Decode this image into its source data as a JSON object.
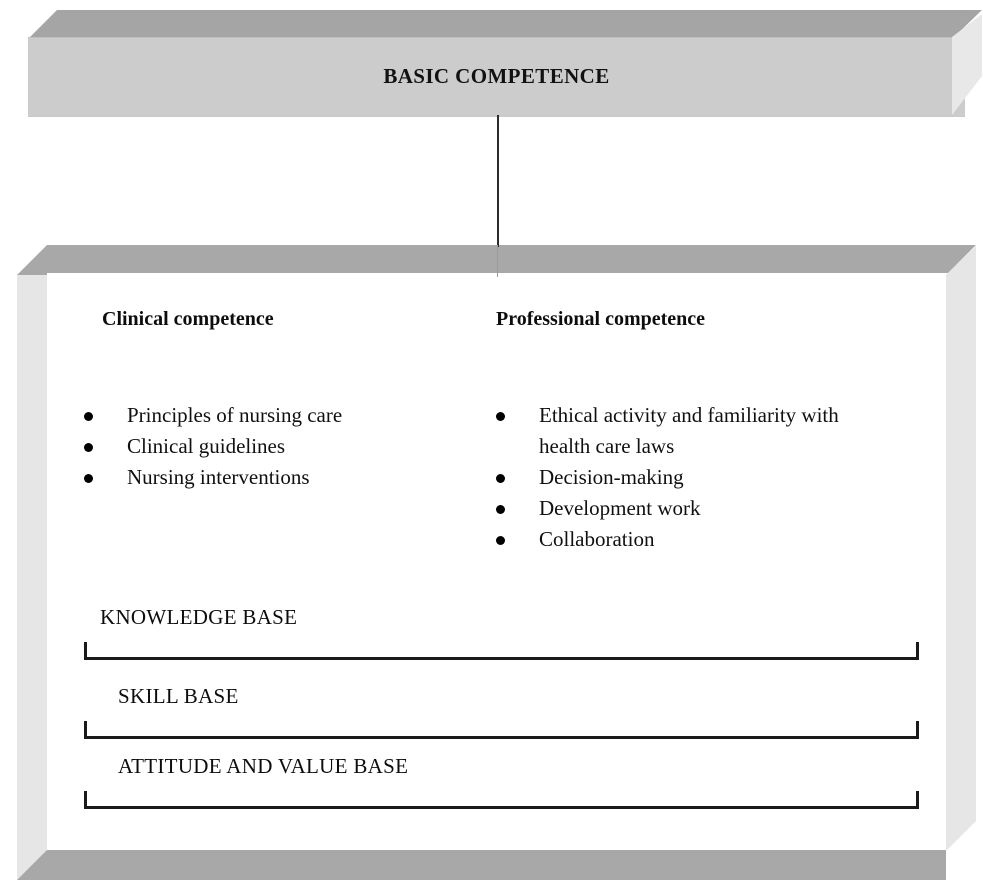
{
  "diagram": {
    "title": "BASIC COMPETENCE",
    "colors": {
      "box_top_face": "#a5a5a5",
      "box_front_face": "#cccccc",
      "box_side_face": "#e8e8e8",
      "lower_box_top_face": "#a8a8a8",
      "lower_box_front_face": "#ffffff",
      "lower_box_side_face": "#e6e6e6",
      "connector_line": "#2b2b2b",
      "bracket_line": "#1a1a1a",
      "text": "#000000"
    },
    "top_box": {
      "label": "BASIC COMPETENCE"
    },
    "columns": [
      {
        "heading": "Clinical competence",
        "items": [
          "Principles of nursing care",
          "Clinical guidelines",
          "Nursing interventions"
        ]
      },
      {
        "heading": "Professional competence",
        "items": [
          "Ethical activity and familiarity with health care laws",
          "Decision-making",
          "Development work",
          "Collaboration"
        ]
      }
    ],
    "bases": [
      {
        "label": "KNOWLEDGE BASE"
      },
      {
        "label": "SKILL BASE"
      },
      {
        "label": "ATTITUDE AND VALUE BASE"
      }
    ]
  }
}
